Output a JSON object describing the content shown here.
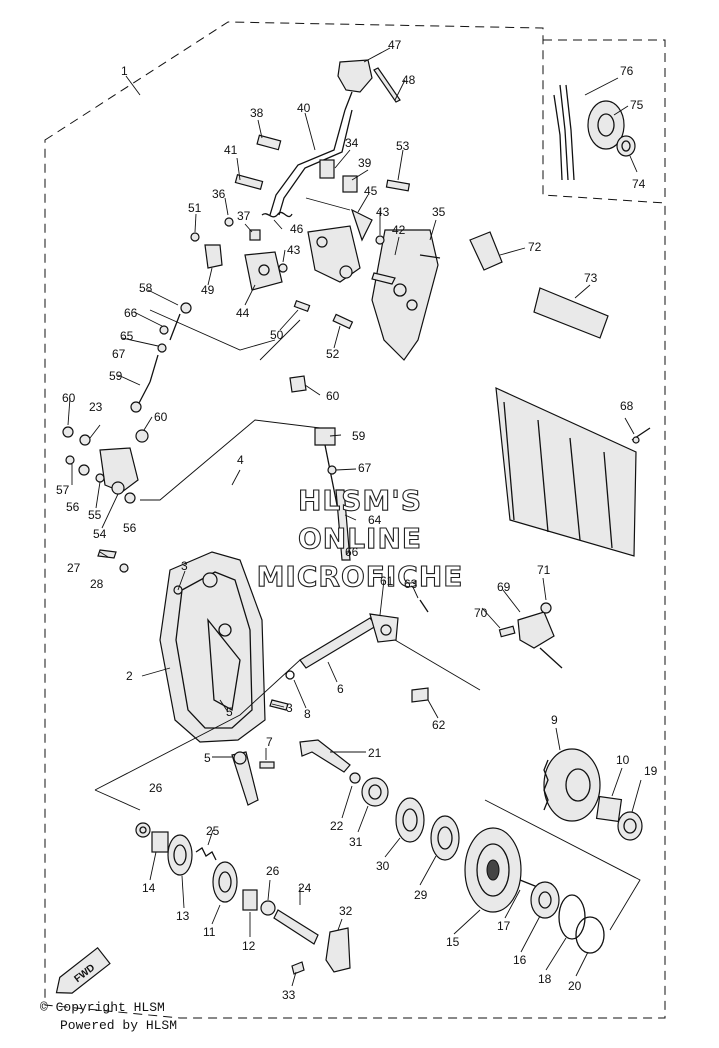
{
  "watermark": {
    "line1": "HLSM'S",
    "line2": "ONLINE",
    "line3": "MICROFICHE"
  },
  "footer": {
    "copyright": "© Copyright HLSM",
    "powered": "Powered by HLSM"
  },
  "fwd_label": "FWD",
  "part_labels": {
    "p1": "1",
    "p2": "2",
    "p3a": "3",
    "p3b": "3",
    "p4": "4",
    "p5a": "5",
    "p5b": "5",
    "p6": "6",
    "p7": "7",
    "p8": "8",
    "p9": "9",
    "p10": "10",
    "p11": "11",
    "p12": "12",
    "p13": "13",
    "p14": "14",
    "p15": "15",
    "p16": "16",
    "p17": "17",
    "p18": "18",
    "p19": "19",
    "p20": "20",
    "p21": "21",
    "p22": "22",
    "p23": "23",
    "p24": "24",
    "p25": "25",
    "p26a": "26",
    "p26b": "26",
    "p27": "27",
    "p28": "28",
    "p29": "29",
    "p30": "30",
    "p31": "31",
    "p32": "32",
    "p33": "33",
    "p34": "34",
    "p35": "35",
    "p36": "36",
    "p37": "37",
    "p38": "38",
    "p39": "39",
    "p40": "40",
    "p41": "41",
    "p42": "42",
    "p43a": "43",
    "p43b": "43",
    "p44": "44",
    "p45": "45",
    "p46": "46",
    "p47": "47",
    "p48": "48",
    "p49": "49",
    "p50": "50",
    "p51": "51",
    "p52": "52",
    "p53": "53",
    "p54": "54",
    "p55": "55",
    "p56a": "56",
    "p56b": "56",
    "p57": "57",
    "p58": "58",
    "p59a": "59",
    "p59b": "59",
    "p60a": "60",
    "p60b": "60",
    "p60c": "60",
    "p61": "61",
    "p62": "62",
    "p63": "63",
    "p64": "64",
    "p65": "65",
    "p66a": "66",
    "p66b": "66",
    "p67a": "67",
    "p67b": "67",
    "p68": "68",
    "p69": "69",
    "p70": "70",
    "p71": "71",
    "p72": "72",
    "p73": "73",
    "p74": "74",
    "p75": "75",
    "p76": "76"
  }
}
